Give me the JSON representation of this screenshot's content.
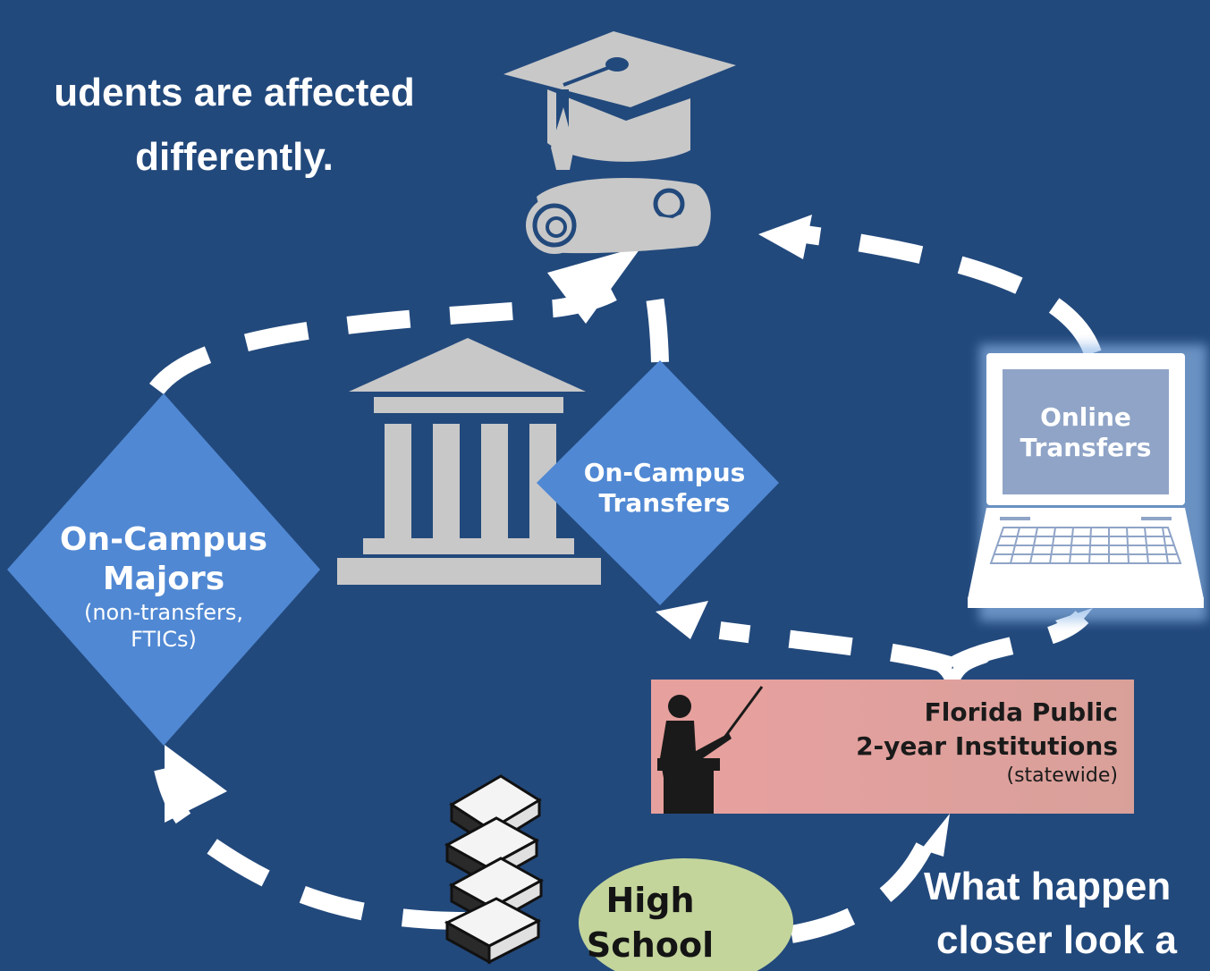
{
  "title": {
    "line1": "udents are affected",
    "line2": "differently."
  },
  "bottom_text": {
    "line1": "What happen",
    "line2": "closer look a"
  },
  "nodes": {
    "on_campus_majors": {
      "title_line1": "On-Campus",
      "title_line2": "Majors",
      "note_line1": "(non-transfers,",
      "note_line2": "FTICs)"
    },
    "on_campus_transfers": {
      "line1": "On-Campus",
      "line2": "Transfers"
    },
    "online_transfers": {
      "line1": "Online",
      "line2": "Transfers"
    },
    "florida_public": {
      "line1": "Florida Public",
      "line2": "2-year Institutions",
      "note": "(statewide)"
    },
    "high_school": {
      "line1": "High",
      "line2": "School"
    }
  },
  "icons": [
    "graduation-cap-icon",
    "diploma-icon",
    "university-building-icon",
    "laptop-icon",
    "teacher-icon",
    "books-icon"
  ],
  "colors": {
    "background": "#22497c",
    "diamond": "#5088d3",
    "icon_gray": "#c8c8c8",
    "florida_box": "#e8a0a0",
    "high_school_ellipse": "#c3d59b",
    "arrow": "#ffffff"
  }
}
